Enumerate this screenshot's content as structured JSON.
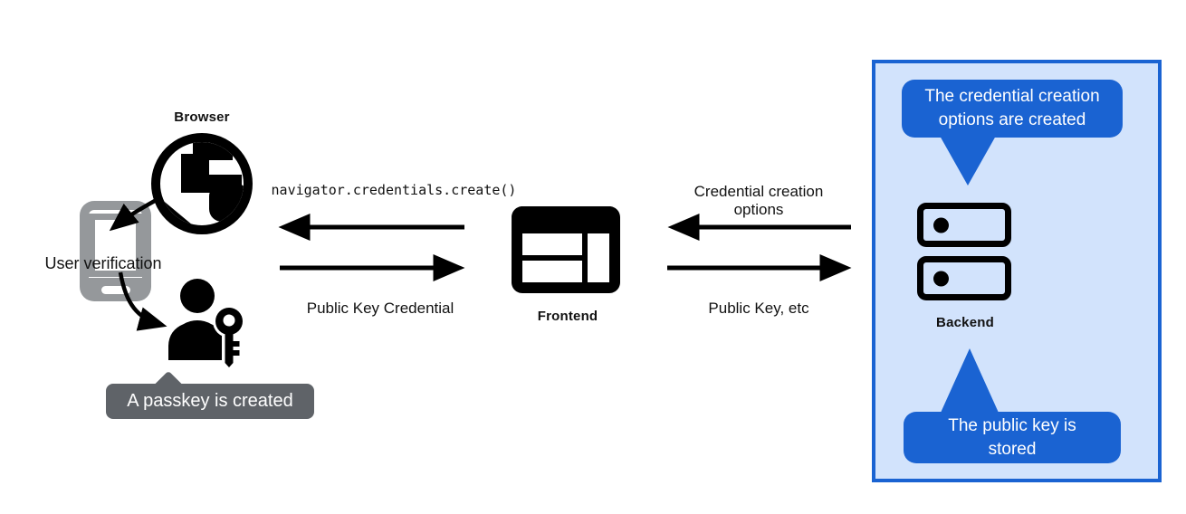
{
  "diagram": {
    "nodes": {
      "browser": {
        "label": "Browser"
      },
      "user_verification": {
        "label": "User verification"
      },
      "frontend": {
        "label": "Frontend"
      },
      "backend": {
        "label": "Backend"
      }
    },
    "messages": {
      "create_call": "navigator.credentials.create()",
      "public_key_credential": "Public Key Credential",
      "credential_creation_options": "Credential creation options",
      "public_key_etc": "Public Key, etc"
    },
    "callouts": {
      "passkey_created": "A passkey is created",
      "options_created": "The credential creation options are created",
      "public_key_stored": "The public key is stored"
    },
    "icons": {
      "browser": "globe-icon",
      "device": "smartphone-icon",
      "user": "person-with-key-icon",
      "frontend": "browser-window-icon",
      "backend": "server-stack-icon"
    },
    "colors": {
      "accent_blue": "#1a63d2",
      "panel_background": "#d2e3fc",
      "callout_gray": "#5f6368",
      "phone_gray": "#95989b",
      "ink": "#000000",
      "callout_text": "#ffffff"
    }
  }
}
